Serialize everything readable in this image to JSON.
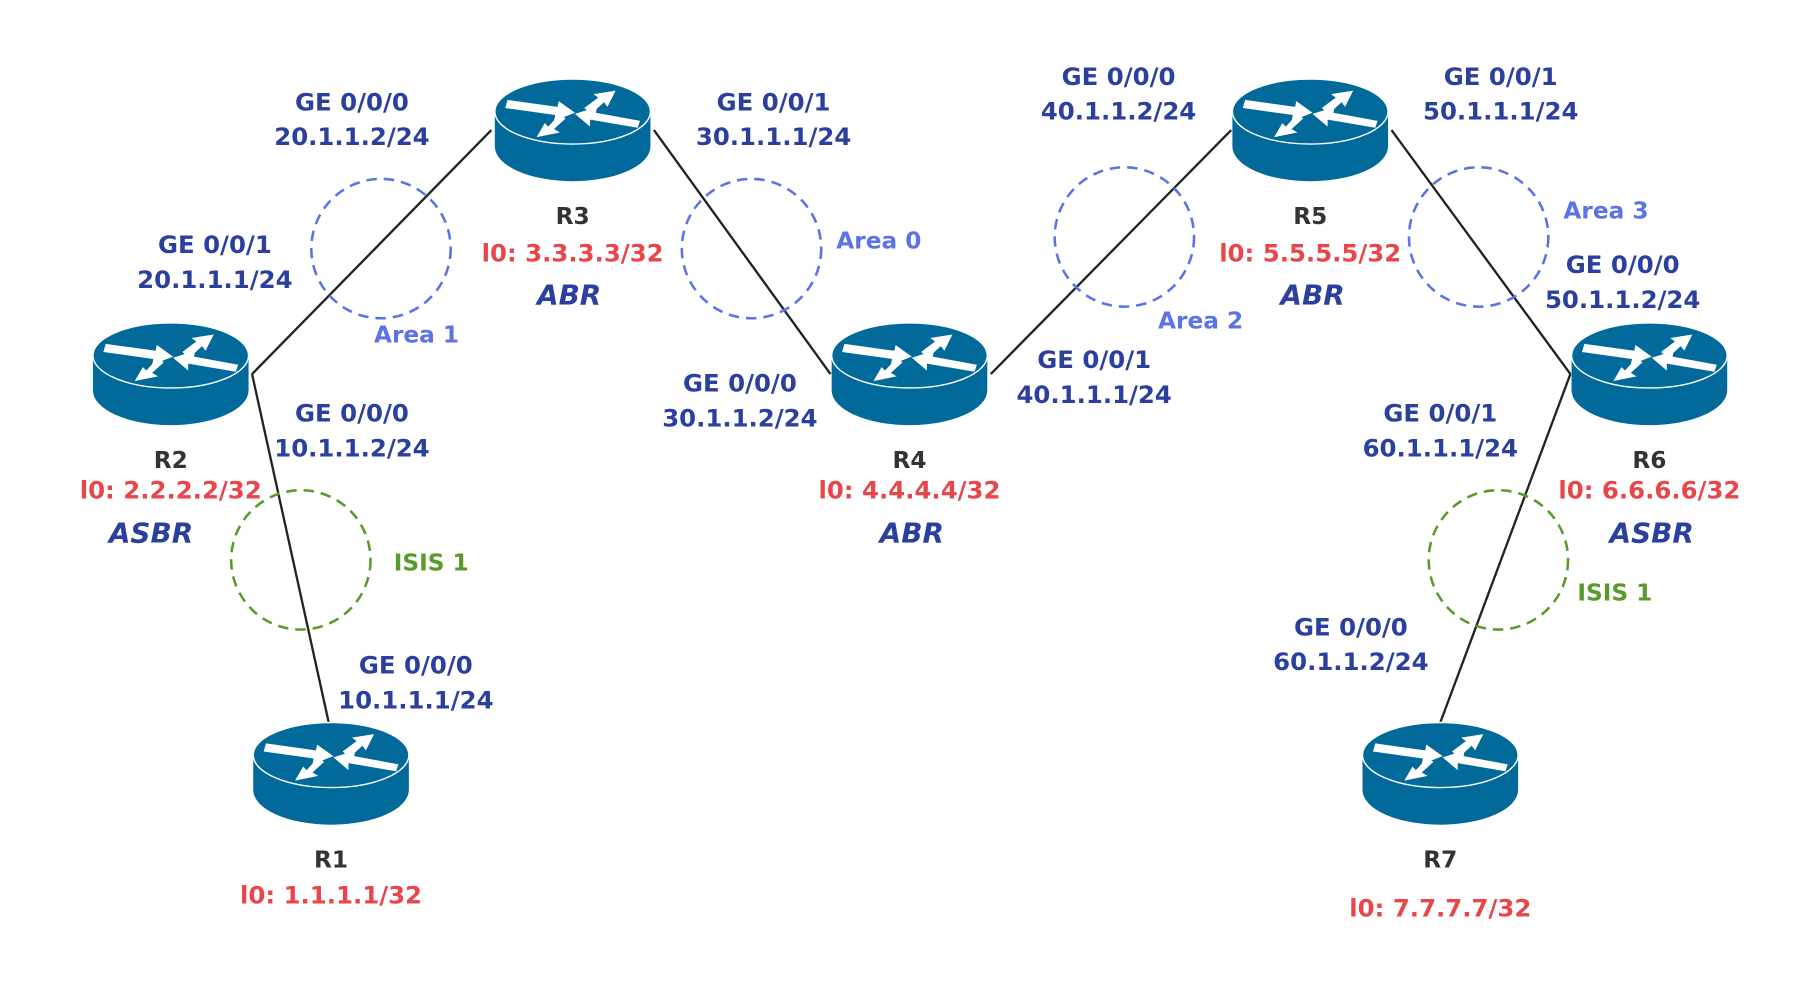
{
  "colors": {
    "router": "#026a9a",
    "interface": "#2b3f9e",
    "loopback": "#e8464a",
    "area": "#5b73e6",
    "isis": "#5a9a2a"
  },
  "routers": {
    "r1": {
      "name": "R1",
      "loopback": "l0: 1.1.1.1/32"
    },
    "r2": {
      "name": "R2",
      "loopback": "l0: 2.2.2.2/32",
      "role": "ASBR"
    },
    "r3": {
      "name": "R3",
      "loopback": "l0: 3.3.3.3/32",
      "role": "ABR"
    },
    "r4": {
      "name": "R4",
      "loopback": "l0: 4.4.4.4/32",
      "role": "ABR"
    },
    "r5": {
      "name": "R5",
      "loopback": "l0: 5.5.5.5/32",
      "role": "ABR"
    },
    "r6": {
      "name": "R6",
      "loopback": "l0: 6.6.6.6/32",
      "role": "ASBR"
    },
    "r7": {
      "name": "R7",
      "loopback": "l0: 7.7.7.7/32"
    }
  },
  "interfaces": {
    "r3_ge000": {
      "port": "GE 0/0/0",
      "ip": "20.1.1.2/24"
    },
    "r2_ge001": {
      "port": "GE 0/0/1",
      "ip": "20.1.1.1/24"
    },
    "r2_ge000": {
      "port": "GE 0/0/0",
      "ip": "10.1.1.2/24"
    },
    "r1_ge000": {
      "port": "GE 0/0/0",
      "ip": "10.1.1.1/24"
    },
    "r3_ge001": {
      "port": "GE 0/0/1",
      "ip": "30.1.1.1/24"
    },
    "r4_ge000": {
      "port": "GE 0/0/0",
      "ip": "30.1.1.2/24"
    },
    "r4_ge001": {
      "port": "GE 0/0/1",
      "ip": "40.1.1.1/24"
    },
    "r5_ge000": {
      "port": "GE 0/0/0",
      "ip": "40.1.1.2/24"
    },
    "r5_ge001": {
      "port": "GE 0/0/1",
      "ip": "50.1.1.1/24"
    },
    "r6_ge000": {
      "port": "GE 0/0/0",
      "ip": "50.1.1.2/24"
    },
    "r6_ge001": {
      "port": "GE 0/0/1",
      "ip": "60.1.1.1/24"
    },
    "r7_ge000": {
      "port": "GE 0/0/0",
      "ip": "60.1.1.2/24"
    }
  },
  "areas": {
    "area0": "Area 0",
    "area1": "Area 1",
    "area2": "Area 2",
    "area3": "Area 3",
    "isis_left": "ISIS 1",
    "isis_right": "ISIS 1"
  }
}
